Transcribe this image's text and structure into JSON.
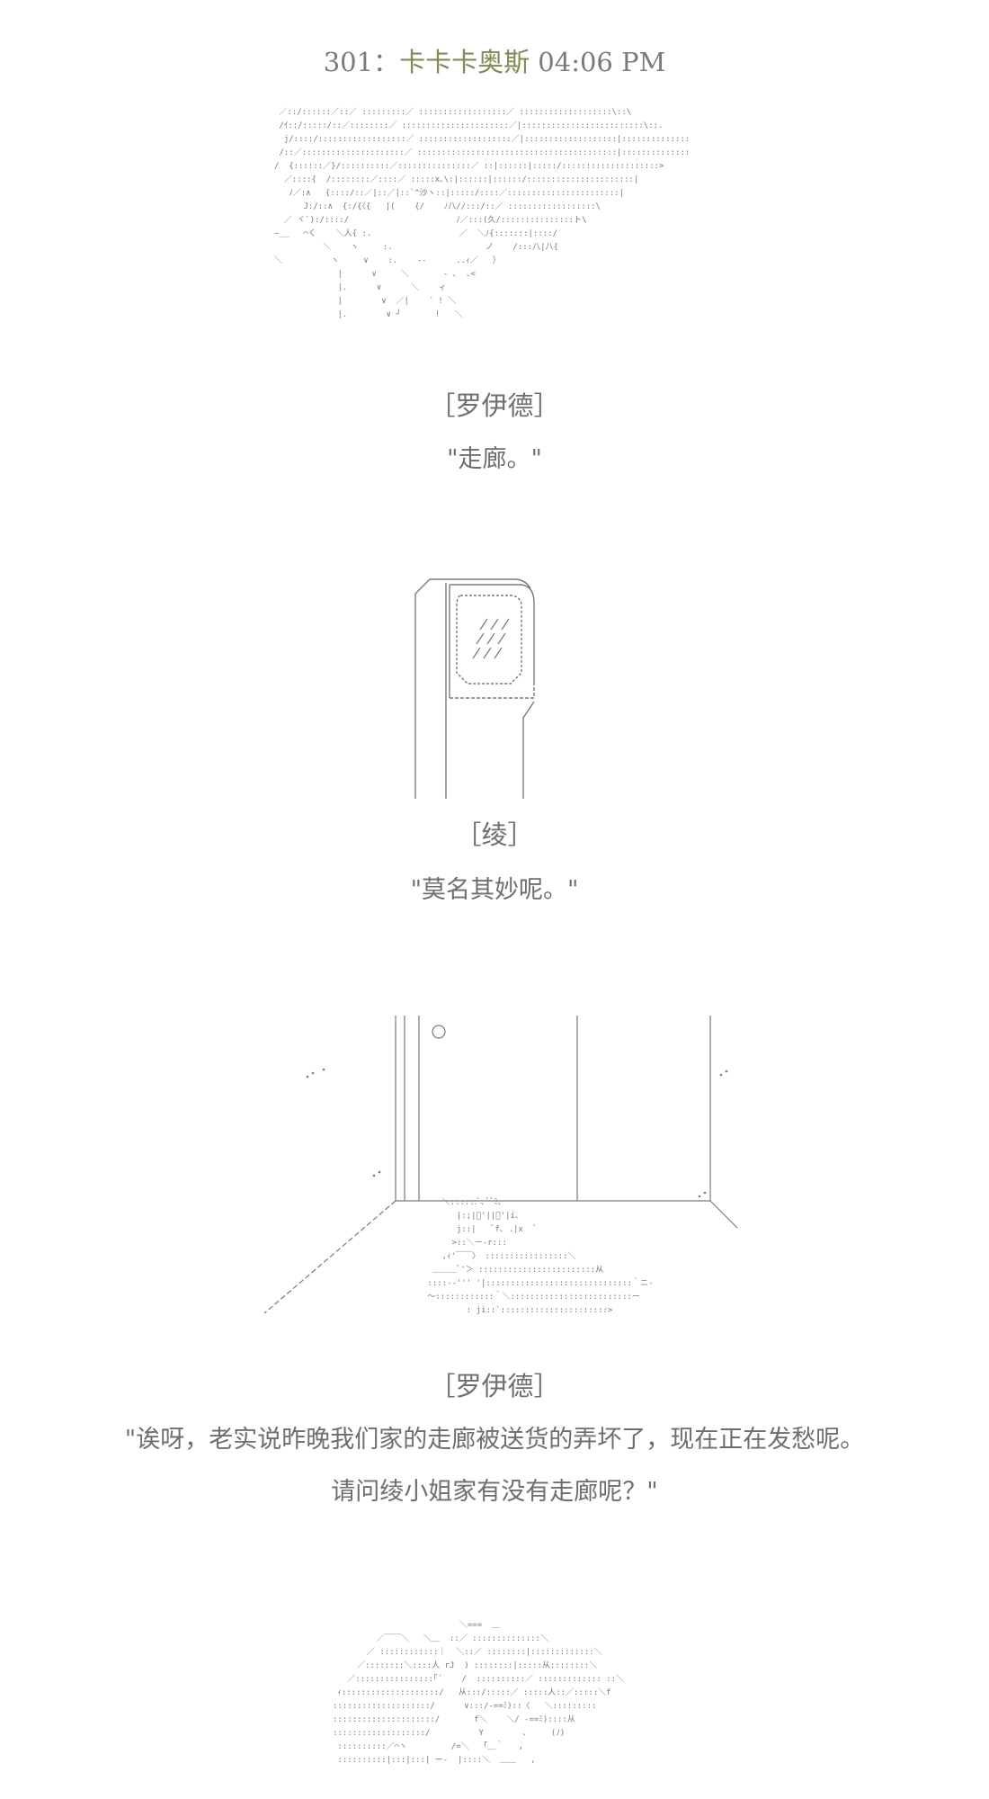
{
  "post": {
    "number": "301",
    "separator": "：",
    "author": "卡卡卡奥斯",
    "time": "04:06 PM"
  },
  "blocks": [
    {
      "speaker": "［罗伊德］",
      "lines": [
        "\"走廊。\""
      ]
    },
    {
      "speaker": "［绫］",
      "lines": [
        "\"莫名其妙呢。\""
      ]
    },
    {
      "speaker": "［罗伊德］",
      "lines": [
        "\"诶呀，老实说昨晚我们家的走廊被送货的弄坏了，现在正在发愁呢。",
        "请问绫小姐家有没有走廊呢？\""
      ]
    }
  ],
  "art": {
    "boy_hair": " ／::/::::::／::／ :::::::::／ ::::::::::::::::::／ :::::::::::::::::::\\::\\\n /ｲ::/:::::/::／::::::::／ ::::::::::::::::::::::／|:::::::::::::::::::::::::\\::.\n  j/::::/::::::::::::::::::／ :::::::::::::::::::／|:::::::::::::::::::|::::::::::::::\n /::／:::::::::::::::::::::／ :::::::::::::::::::::::::::::::::::::::::|::::::::::::::\n/  {::::::／}/::::::::::／:::::::::::::::／ ::|::::::|:::::/::::::::::::::::::::>\n  ／::::{  /::::::::／::::／ :::::x､\\:|::::::|::::::/::::::::::::::::::::::|\n   ﾉ／:∧   {::::/::／|::／|::`^沙ヽ::|:::::/::::／:::::::::::::::::::::::|\n      J:/::∧  {:/{〈{   |(    {/    ﾉ八//:::/::／ ::::::::::::::::::\\\n  ／ ヾ`):/::::/                      ﾉ／:::(久/:::::::::::::::ト\\",
    "boy_face": "―__   ⌒く    ＼人{ :.                  ／  ＼ﾉ{:::::::|::::/\n          ＼    ヽ     :.                   ノ    /:::八|八{\n＼          ヽ     ∨    :.    ‐-      ..ｨ／   ）\n             |      ∨     ＼       - ､  ､<\n             |.      ∨      ＼    ィ\n             |        ∨  ／|    ´ ! ＼\n             |.        ∨ ┘       !   ＼",
    "phone": "        ＿＿＿＿＿＿\n    ／ |ﾞ          ﾞ､\n  /    |  ／￣￣￣＼  |\n |     | |  ///// | |\n |     | |  ///// | |\n |     | |  〈〈〈〈  | |\n |     |  ＼＿＿＿／  |\n |     ／￣￣￣￣￣￣\n |    |           /\n |    |          |\n |    |          |\n |    |          |",
    "room": "dots: .:‘ .:  ::‘  ::",
    "roid": "    ＼::::::ﾞ､`ﾞﾐ､\n       |:;|ﾞ'||､'|i､\n       j::|   ﾞf､ .|x  ﾞ\n      >::＼ー‐r:::\n    ,ｨ'￣￣〉 :::::::::::::::::＼\n  ＿＿＿ﾞ'＞ ::::::::::::::::::::::::从\n ::::‐‐''' '|::::::::::::::::::::::::::::::｀ニ‐\n ～::::::::::::｀＼:::::::::::::::::::::::::ー\n         : ji::`::::::::::::::::::::::>",
    "bottom_char": "                          ＼===  ＿\n         ／￣￣＼   ＼＿  ::／ ::::::::::::::＼\n       ／ ::::::::::::｜  ＼::／ ::::::::|:::::::::::::＼\n     ／::::::::＼::::人 rJ  ) ::::::::|:::::从::::::::＼\n   ／::::::::::::::::｢´    /  ::::::::::／ ::::::::::::: ::＼\n ｨ::::::::::::::::::::/   从:::/:::::／ :::::人::／:::::＼f\n::::::::::::::::::::/      ∨:::/-==ﾐ)::〈   ＼:::::::::\n:::::::::::::::::::::/       f＼    ＼/ -==ﾐ)::::从\n:::::::::::::::::::/          Y        ､     (ﾉ)\n ::::::::::／⌒ヽ         /=＼   ｢＿｀   ,\n ::::::::::|:::|:::| ー‐  |::::＼  ＿＿   ,"
  }
}
